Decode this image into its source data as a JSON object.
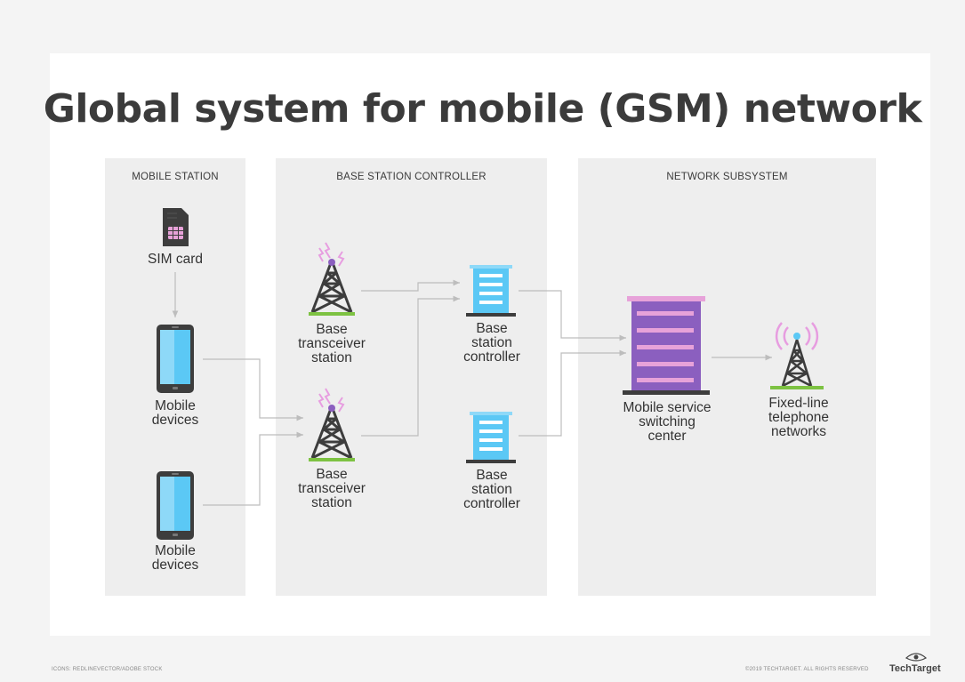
{
  "title": "Global system for mobile (GSM) network",
  "sections": {
    "mobile_station": "MOBILE STATION",
    "base_station_controller": "BASE STATION CONTROLLER",
    "network_subsystem": "NETWORK SUBSYSTEM"
  },
  "nodes": {
    "sim_card": "SIM card",
    "mobile_devices_1": "Mobile\ndevices",
    "mobile_devices_2": "Mobile\ndevices",
    "bts_1": "Base\ntransceiver\nstation",
    "bts_2": "Base\ntransceiver\nstation",
    "bsc_1": "Base\nstation\ncontroller",
    "bsc_2": "Base\nstation\ncontroller",
    "msc": "Mobile service\nswitching\ncenter",
    "pstn": "Fixed-line\ntelephone\nnetworks"
  },
  "colors": {
    "tower": "#3d3d3d",
    "ground": "#7dc242",
    "signal": "#e79de0",
    "phone_screen": "#5bc8f5",
    "building": "#8b5fbf",
    "building_windows": "#e7a2d9",
    "arrow": "#bdbdbd"
  },
  "footer": {
    "credit": "ICONS: REDLINEVECTOR/ADOBE STOCK",
    "copyright": "©2019 TECHTARGET. ALL RIGHTS RESERVED",
    "brand": "TechTarget"
  }
}
